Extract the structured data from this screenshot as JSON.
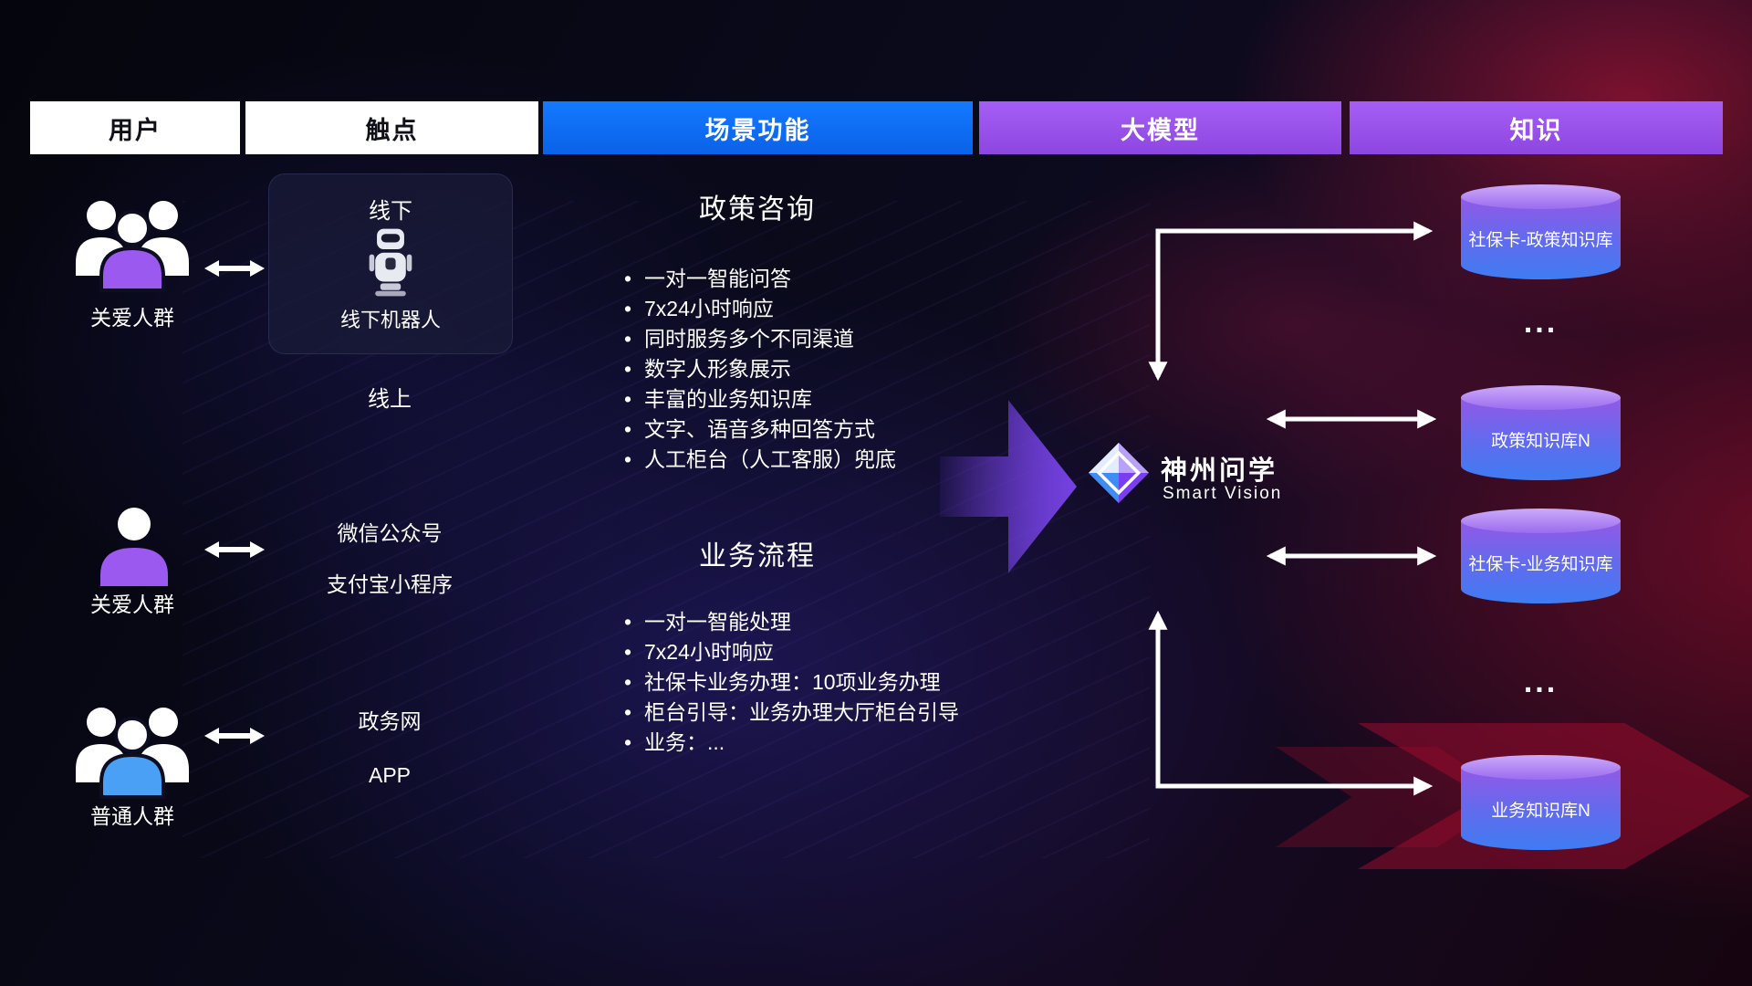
{
  "headers": [
    {
      "label": "用户"
    },
    {
      "label": "触点"
    },
    {
      "label": "场景功能"
    },
    {
      "label": "大模型"
    },
    {
      "label": "知识"
    }
  ],
  "users": {
    "rows": [
      {
        "label": "关爱人群"
      },
      {
        "label": "关爱人群"
      },
      {
        "label": "普通人群"
      }
    ]
  },
  "touchpoints": {
    "offline_title": "线下",
    "offline_robot_label": "线下机器人",
    "online_title": "线上",
    "channels": [
      {
        "label": "微信公众号"
      },
      {
        "label": "支付宝小程序"
      },
      {
        "label": "政务网"
      },
      {
        "label": "APP"
      }
    ]
  },
  "scenarios": [
    {
      "title": "政策咨询",
      "items": [
        "一对一智能问答",
        "7x24小时响应",
        "同时服务多个不同渠道",
        "数字人形象展示",
        "丰富的业务知识库",
        "文字、语音多种回答方式",
        "人工柜台（人工客服）兜底"
      ]
    },
    {
      "title": "业务流程",
      "items": [
        "一对一智能处理",
        "7x24小时响应",
        "社保卡业务办理：10项业务办理",
        "柜台引导：业务办理大厅柜台引导",
        "业务：..."
      ]
    }
  ],
  "model": {
    "name": "神州问学",
    "subtitle": "Smart Vision"
  },
  "knowledge": {
    "databases": [
      {
        "label": "社保卡-政策知识库"
      },
      {
        "label": "政策知识库N"
      },
      {
        "label": "社保卡-业务知识库"
      },
      {
        "label": "业务知识库N"
      }
    ],
    "ellipsis_top": "...",
    "ellipsis_bottom": "..."
  },
  "colors": {
    "header_blue": "#0b6ef0",
    "header_purple": "#9a52ea",
    "cylinder_purple": "#8a5ce8",
    "cylinder_blue": "#3f7cf2",
    "arrow_white": "#ffffff"
  }
}
